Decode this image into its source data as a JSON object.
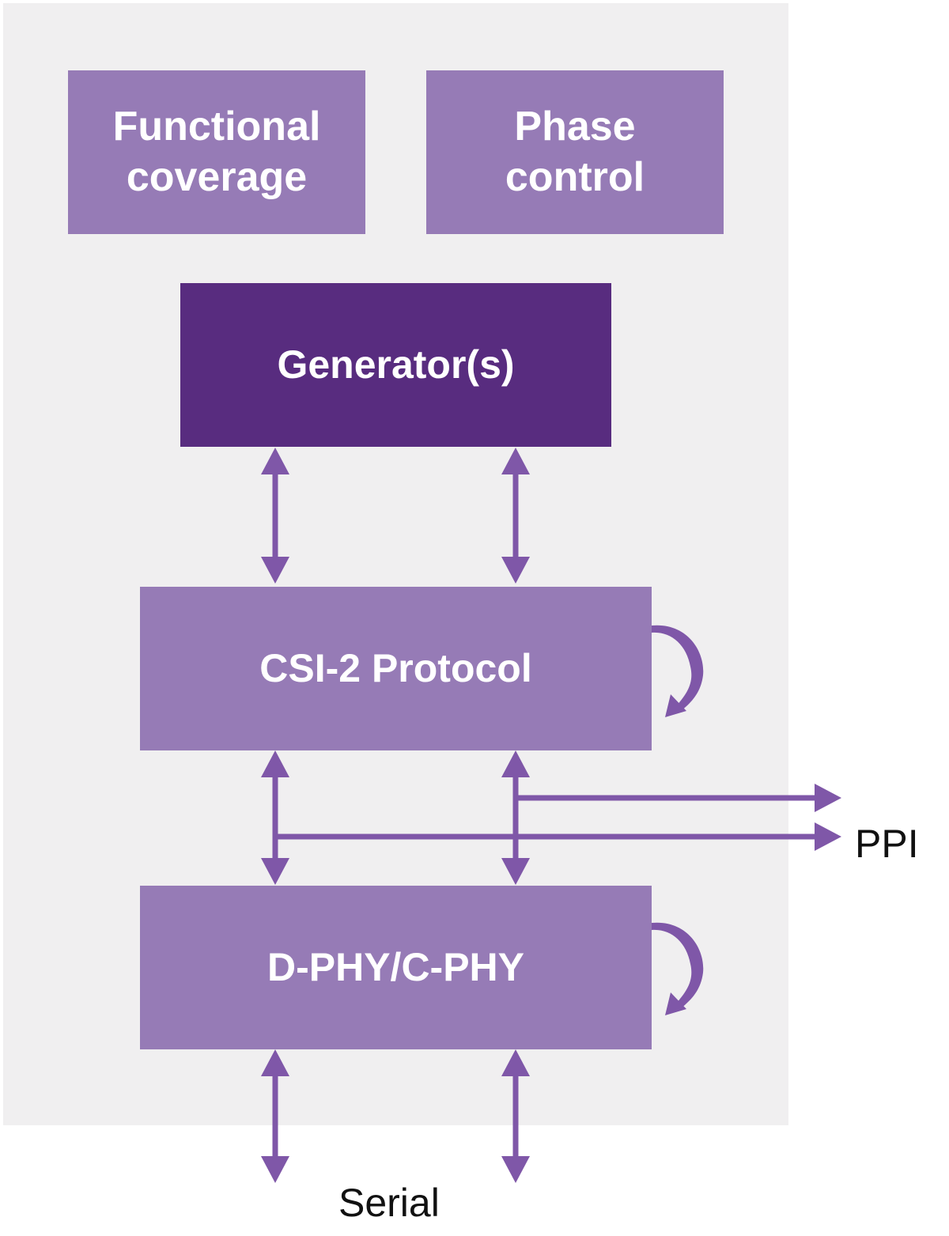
{
  "blocks": {
    "functional_coverage": "Functional\ncoverage",
    "phase_control": "Phase\ncontrol",
    "generator": "Generator(s)",
    "csi2_protocol": "CSI-2 Protocol",
    "phy": "D-PHY/C-PHY"
  },
  "external_labels": {
    "ppi": "PPI",
    "serial": "Serial"
  },
  "colors": {
    "panel_background": "#f0eff0",
    "block_light": "#967bb6",
    "block_dark": "#582c7f",
    "arrow": "#7f57a8",
    "block_text": "#ffffff",
    "label_text": "#111111"
  }
}
